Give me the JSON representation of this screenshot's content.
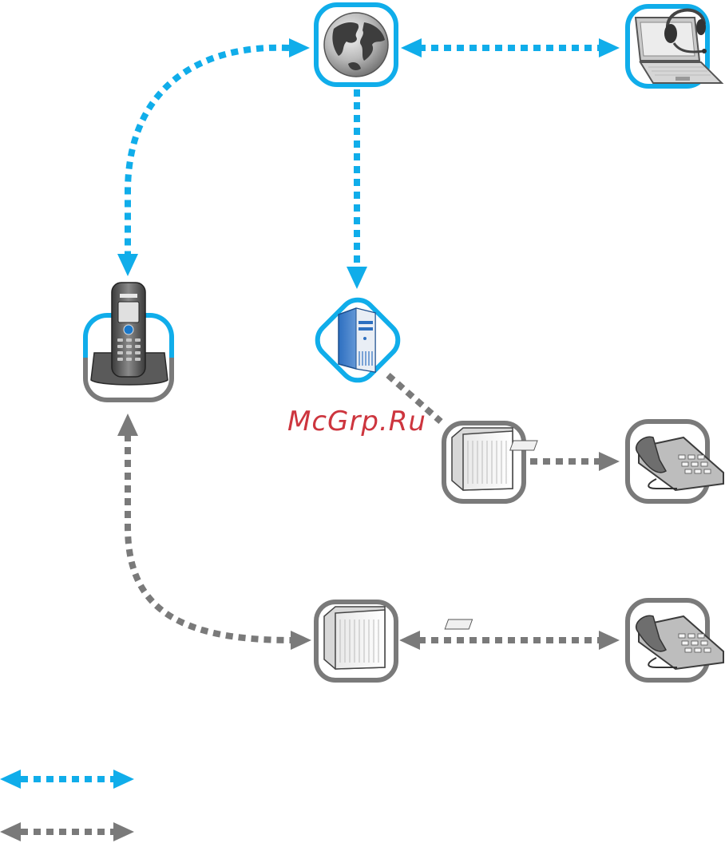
{
  "watermark": {
    "text": "McGrp.Ru"
  },
  "colors": {
    "voip": "#10adea",
    "pstn": "#7a7a7a",
    "background": "#ffffff"
  },
  "nodes": [
    {
      "id": "internet",
      "icon": "globe-icon",
      "connection": "voip"
    },
    {
      "id": "softphone",
      "icon": "laptop-headset-icon",
      "connection": "voip"
    },
    {
      "id": "dect-handset",
      "icon": "cordless-phone-icon",
      "connection": "both"
    },
    {
      "id": "sip-server",
      "icon": "server-tower-icon",
      "connection": "voip"
    },
    {
      "id": "pstn-exchange-1",
      "icon": "phone-exchange-icon",
      "connection": "pstn"
    },
    {
      "id": "desk-phone-1",
      "icon": "desk-phone-icon",
      "connection": "pstn"
    },
    {
      "id": "pstn-exchange-2",
      "icon": "phone-exchange-icon",
      "connection": "pstn"
    },
    {
      "id": "desk-phone-2",
      "icon": "desk-phone-icon",
      "connection": "pstn"
    }
  ],
  "links": [
    {
      "from": "internet",
      "to": "softphone",
      "type": "voip",
      "arrows": "both"
    },
    {
      "from": "internet",
      "to": "dect-handset",
      "type": "voip",
      "arrows": "both"
    },
    {
      "from": "internet",
      "to": "sip-server",
      "type": "voip",
      "arrows": "end"
    },
    {
      "from": "sip-server",
      "to": "pstn-exchange-1",
      "type": "pstn",
      "arrows": "none"
    },
    {
      "from": "pstn-exchange-1",
      "to": "desk-phone-1",
      "type": "pstn",
      "arrows": "end"
    },
    {
      "from": "dect-handset",
      "to": "pstn-exchange-2",
      "type": "pstn",
      "arrows": "both"
    },
    {
      "from": "pstn-exchange-2",
      "to": "desk-phone-2",
      "type": "pstn",
      "arrows": "both"
    }
  ],
  "legend": [
    {
      "type": "voip",
      "color": "#10adea"
    },
    {
      "type": "pstn",
      "color": "#7a7a7a"
    }
  ]
}
